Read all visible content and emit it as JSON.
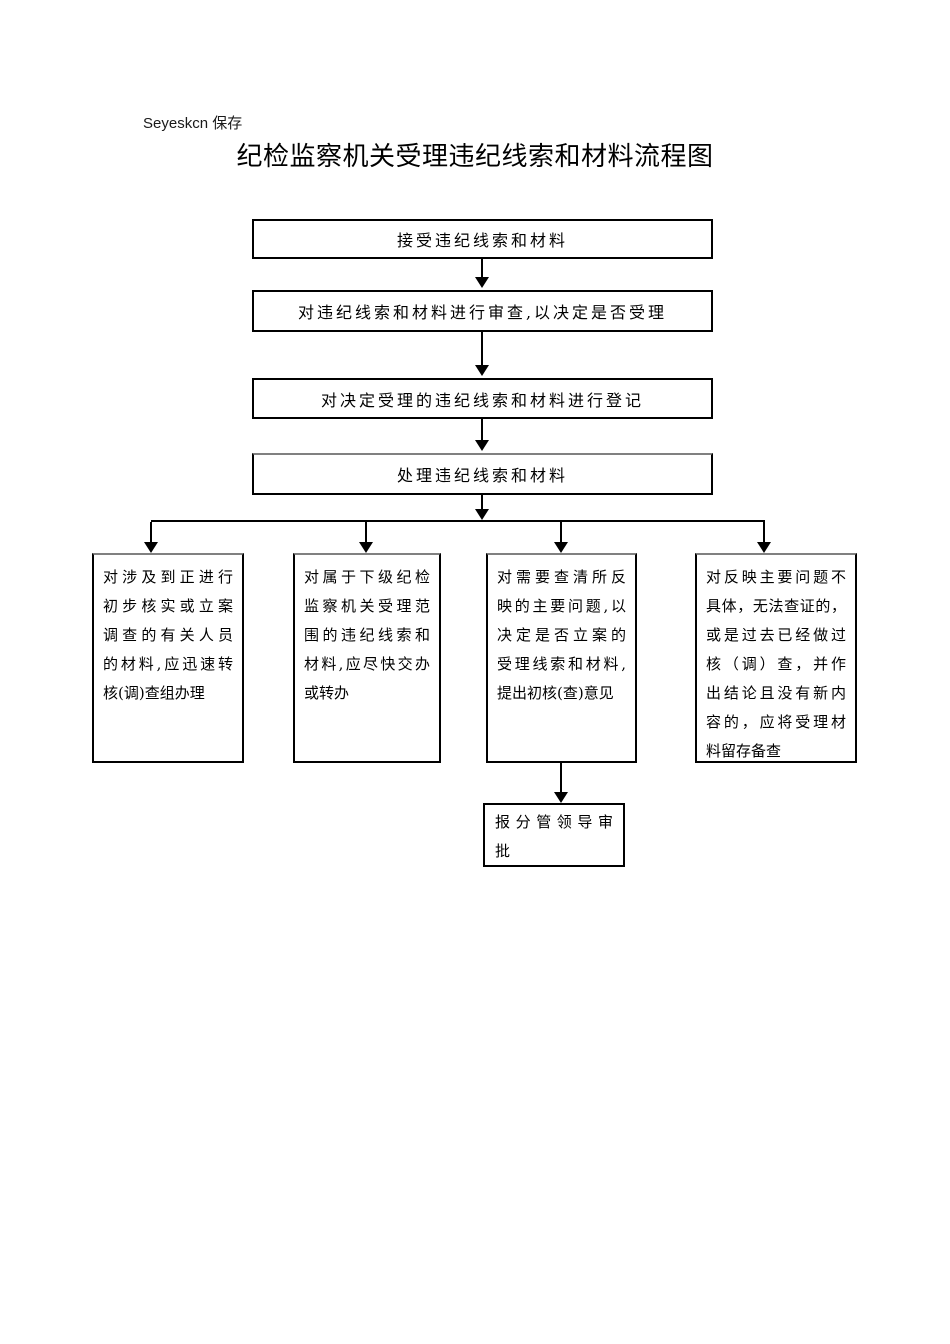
{
  "page": {
    "header_note": "Seyeskcn 保存",
    "title": "纪检监察机关受理违纪线索和材料流程图"
  },
  "flow": {
    "steps": [
      {
        "label": "接受违纪线索和材料"
      },
      {
        "label": "对违纪线索和材料进行审查,以决定是否受理"
      },
      {
        "label": "对决定受理的违纪线索和材料进行登记"
      },
      {
        "label": "处理违纪线索和材料"
      }
    ],
    "branches": [
      {
        "lines": [
          "对涉及到正进行",
          "初步核实或立案",
          "调查的有关人员",
          "的材料,应迅速转",
          "核(调)查组办理"
        ]
      },
      {
        "lines": [
          "对属于下级纪检",
          "监察机关受理范",
          "围的违纪线索和",
          "材料,应尽快交办",
          "或转办"
        ]
      },
      {
        "lines": [
          "对需要查清所反",
          "映的主要问题,以",
          "决定是否立案的",
          "受理线索和材料,",
          "提出初核(查)意见"
        ]
      },
      {
        "lines": [
          "对反映主要问题不",
          "具体，无法查证的，",
          "或是过去已经做过",
          "核（调）查，并作",
          "出结论且没有新内",
          "容的，应将受理材",
          "料留存备查"
        ]
      }
    ],
    "approval": {
      "lines": [
        "报分管领导审",
        "批"
      ]
    }
  }
}
